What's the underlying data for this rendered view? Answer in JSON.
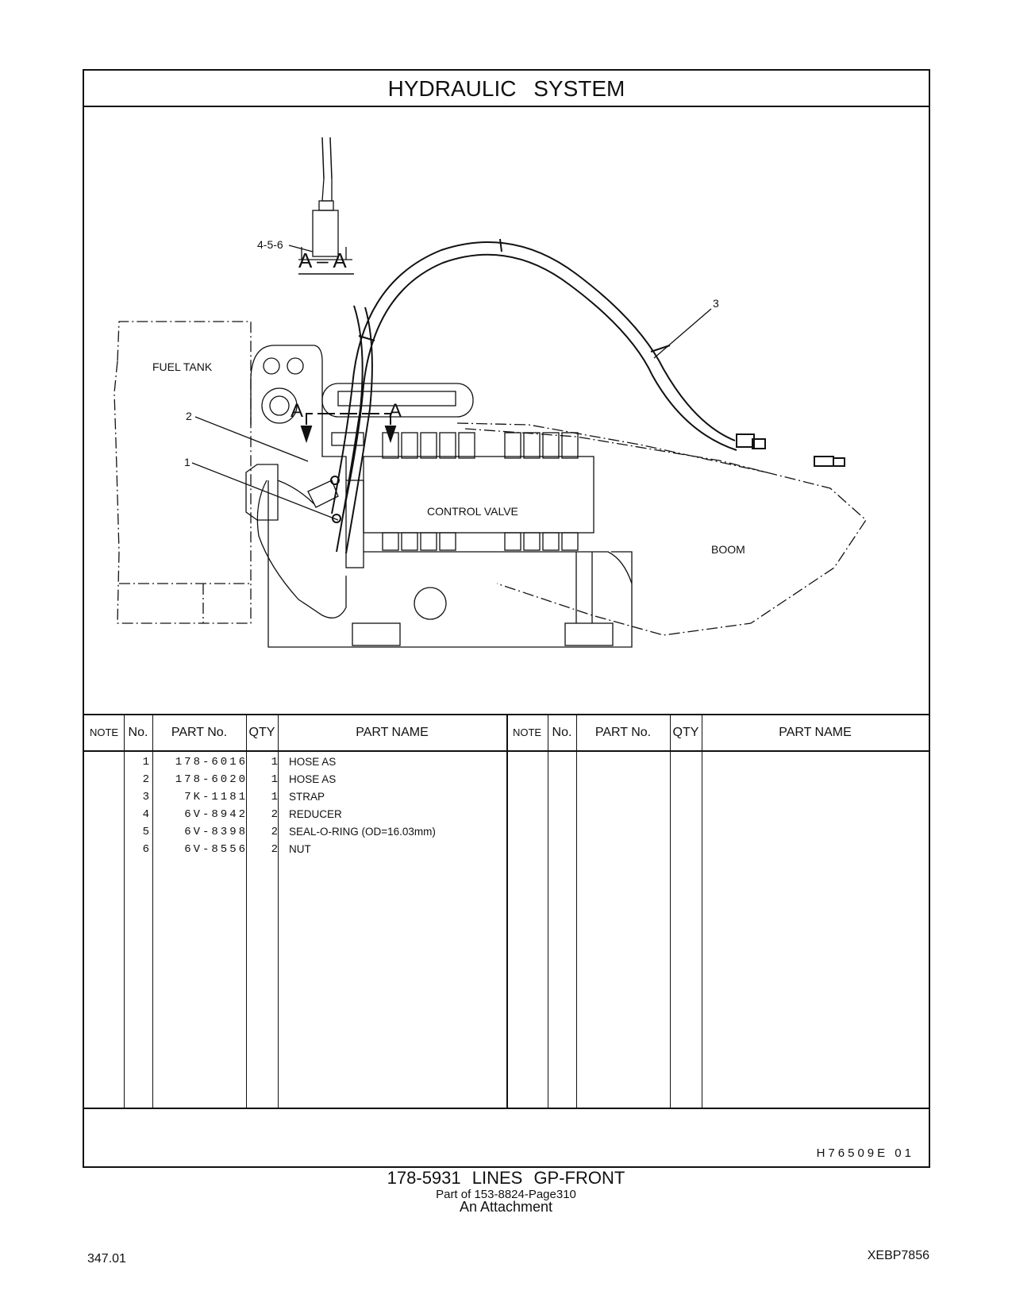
{
  "title": "HYDRAULIC   SYSTEM",
  "drawing": {
    "section_label": "A – A",
    "callout_456": "4-5-6",
    "callout_1": "1",
    "callout_2": "2",
    "callout_3": "3",
    "arrow_a_left": "A",
    "arrow_a_right": "A",
    "fuel_tank": "FUEL TANK",
    "control_valve": "CONTROL VALVE",
    "boom": "BOOM"
  },
  "table": {
    "headers": [
      "NOTE",
      "No.",
      "PART No.",
      "QTY",
      "PART NAME"
    ],
    "rows": [
      {
        "no": "1",
        "part_no": "178-6016",
        "qty": "1",
        "name": "HOSE  AS"
      },
      {
        "no": "2",
        "part_no": "178-6020",
        "qty": "1",
        "name": "HOSE  AS"
      },
      {
        "no": "3",
        "part_no": "7K-1181",
        "qty": "1",
        "name": "STRAP"
      },
      {
        "no": "4",
        "part_no": "6V-8942",
        "qty": "2",
        "name": "REDUCER"
      },
      {
        "no": "5",
        "part_no": "6V-8398",
        "qty": "2",
        "name": "SEAL-O-RING (OD=16.03mm)"
      },
      {
        "no": "6",
        "part_no": "6V-8556",
        "qty": "2",
        "name": "NUT"
      }
    ]
  },
  "illustration_code": "H76509E  01",
  "footer": {
    "line1": "178-5931   LINES  GP-FRONT",
    "line2": "Part of 153-8824-Page310",
    "line3": "An Attachment"
  },
  "page_number": "347.01",
  "doc_number": "XEBP7856"
}
